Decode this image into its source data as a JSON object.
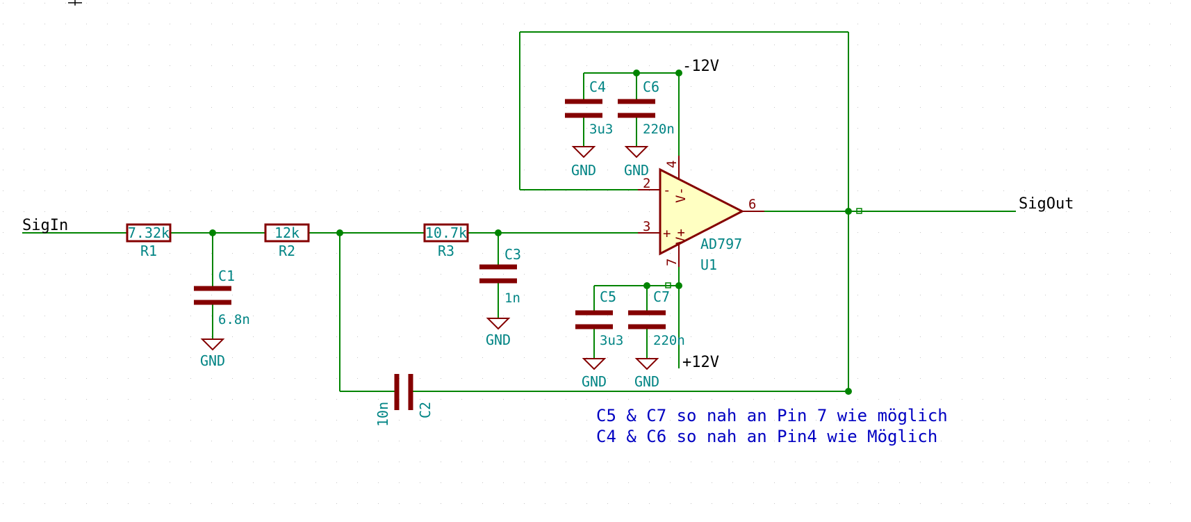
{
  "colors": {
    "wire": "#008400",
    "component": "#840000",
    "symbol_fill": "#ffffc2",
    "ref_text": "#008484",
    "net_label": "#000000",
    "note_text": "#0000c2",
    "grid_dot": "#bfbfbf"
  },
  "nets": {
    "input": "SigIn",
    "output": "SigOut",
    "neg_supply": "-12V",
    "pos_supply": "+12V",
    "ground": "GND"
  },
  "components": {
    "r1": {
      "ref": "R1",
      "value": "7.32k"
    },
    "r2": {
      "ref": "R2",
      "value": "12k"
    },
    "r3": {
      "ref": "R3",
      "value": "10.7k"
    },
    "c1": {
      "ref": "C1",
      "value": "6.8n"
    },
    "c2": {
      "ref": "C2",
      "value": "10n"
    },
    "c3": {
      "ref": "C3",
      "value": "1n"
    },
    "c4": {
      "ref": "C4",
      "value": "3u3"
    },
    "c5": {
      "ref": "C5",
      "value": "3u3"
    },
    "c6": {
      "ref": "C6",
      "value": "220n"
    },
    "c7": {
      "ref": "C7",
      "value": "220n"
    },
    "u1": {
      "ref": "U1",
      "value": "AD797",
      "pins": {
        "inv": "2",
        "noninv": "3",
        "vneg": "4",
        "out": "6",
        "vpos": "7"
      },
      "pin_names": {
        "inv": "-",
        "noninv": "+",
        "vneg": "V-",
        "vpos": "V+"
      }
    }
  },
  "notes": [
    "C5 & C7 so nah an Pin 7 wie möglich",
    "C4 & C6 so nah an Pin4 wie Möglich"
  ]
}
